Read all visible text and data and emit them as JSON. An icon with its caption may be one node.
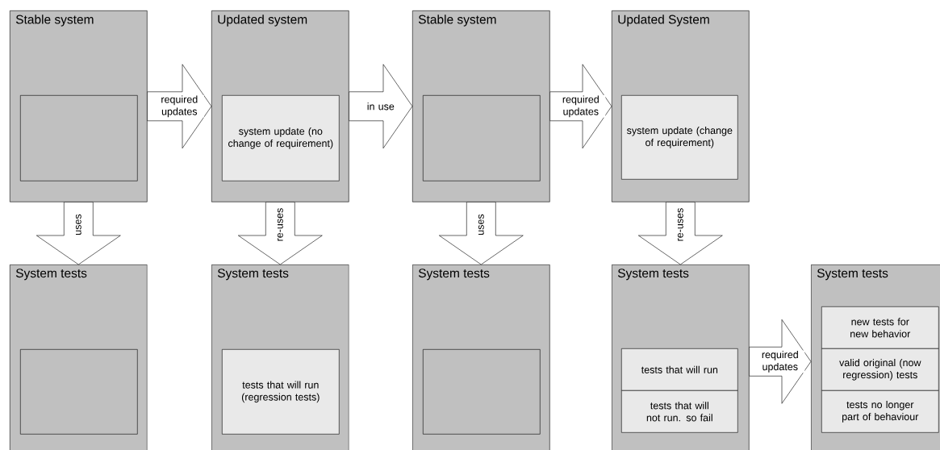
{
  "diagram": {
    "nodes": [
      {
        "text": [
          "Stable system"
        ]
      },
      {
        "text": [],
        "shape": "box",
        "in": 0
      },
      {
        "text": [
          "Updated system"
        ]
      },
      {
        "text": [
          "system update (no change of requirement)"
        ],
        "in": 2
      },
      {
        "text": [
          "Stable system"
        ]
      },
      {
        "text": [],
        "shape": "box",
        "in": 4
      },
      {
        "text": [
          "Updated System"
        ]
      },
      {
        "text": [
          "system update (change of requirement)"
        ],
        "in": 6
      },
      {
        "text": [
          "System tests"
        ]
      },
      {
        "text": [],
        "shape": "box",
        "in": 8
      },
      {
        "text": [
          "System tests"
        ]
      },
      {
        "text": [
          "tests that will run (regression tests)"
        ],
        "in": 10
      },
      {
        "text": [
          "System tests"
        ]
      },
      {
        "text": [],
        "shape": "box",
        "in": 12
      },
      {
        "text": [
          "System tests"
        ]
      },
      {
        "text": [
          "tests that will run"
        ],
        "in": 14
      },
      {
        "text": [
          "tests that will not run. so fail"
        ],
        "in": 14
      },
      {
        "text": [
          "System tests"
        ]
      },
      {
        "text": [
          "new tests for new behavior"
        ],
        "in": 17
      },
      {
        "text": [
          "valid original (now regression) tests"
        ],
        "in": 17
      },
      {
        "text": [
          "tests no longer part of behaviour"
        ],
        "in": 17
      }
    ],
    "edges": [
      {
        "from": 0,
        "to": 2,
        "arrow": "to",
        "label": "required updates"
      },
      {
        "from": 2,
        "to": 4,
        "arrow": "to",
        "label": "in use"
      },
      {
        "from": 4,
        "to": 6,
        "arrow": "to",
        "label": "required updates"
      },
      {
        "from": 0,
        "to": 8,
        "arrow": "to",
        "label": "uses"
      },
      {
        "from": 2,
        "to": 10,
        "arrow": "to",
        "label": "re-uses"
      },
      {
        "from": 4,
        "to": 12,
        "arrow": "to",
        "label": "uses"
      },
      {
        "from": 6,
        "to": 14,
        "arrow": "to",
        "label": "re-uses"
      },
      {
        "from": 14,
        "to": 17,
        "arrow": "to",
        "label": "required updates"
      }
    ]
  }
}
